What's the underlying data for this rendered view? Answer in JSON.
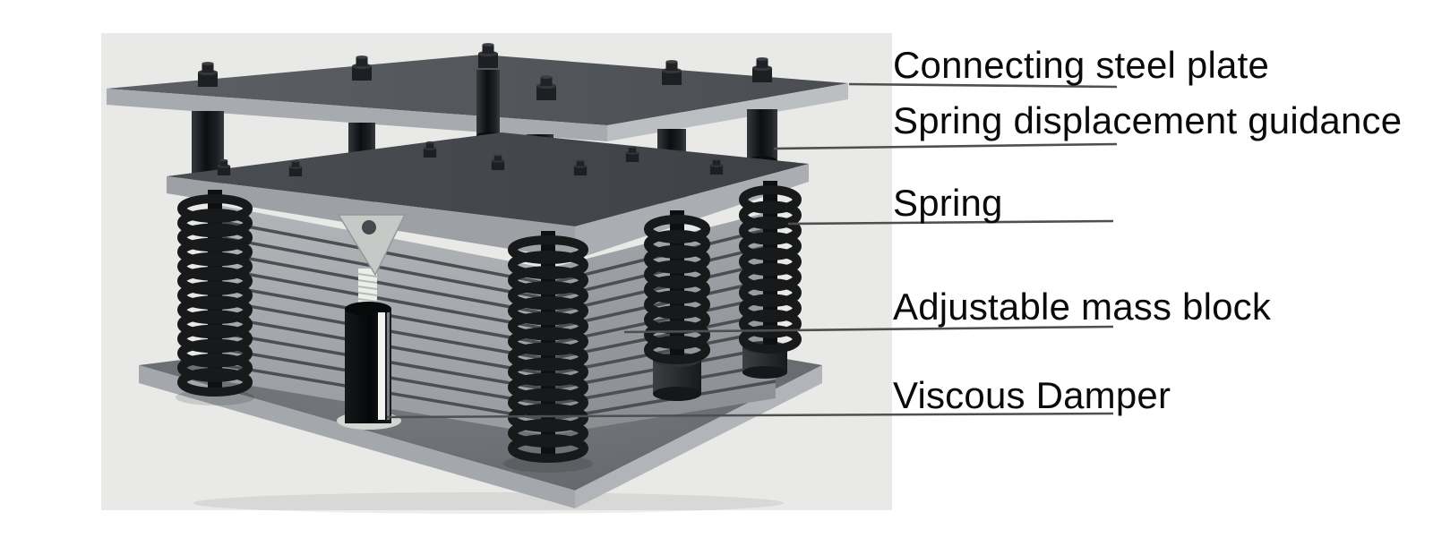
{
  "labels": [
    {
      "id": "connecting-steel-plate",
      "text": "Connecting steel plate"
    },
    {
      "id": "spring-displacement-guidance",
      "text": "Spring displacement guidance"
    },
    {
      "id": "spring",
      "text": "Spring"
    },
    {
      "id": "adjustable-mass-block",
      "text": "Adjustable mass block"
    },
    {
      "id": "viscous-damper",
      "text": "Viscous Damper"
    }
  ],
  "colors": {
    "canvas": "#ffffff",
    "panel_background": "#e9e9e8",
    "label_text": "#0a0a0a",
    "leader_line": "#4f4f4f",
    "steel_top_dark": "#53565b",
    "steel_edge_light": "#a9acb0",
    "black_metal": "#17191b",
    "damper_highlight": "#f2f2ef"
  }
}
